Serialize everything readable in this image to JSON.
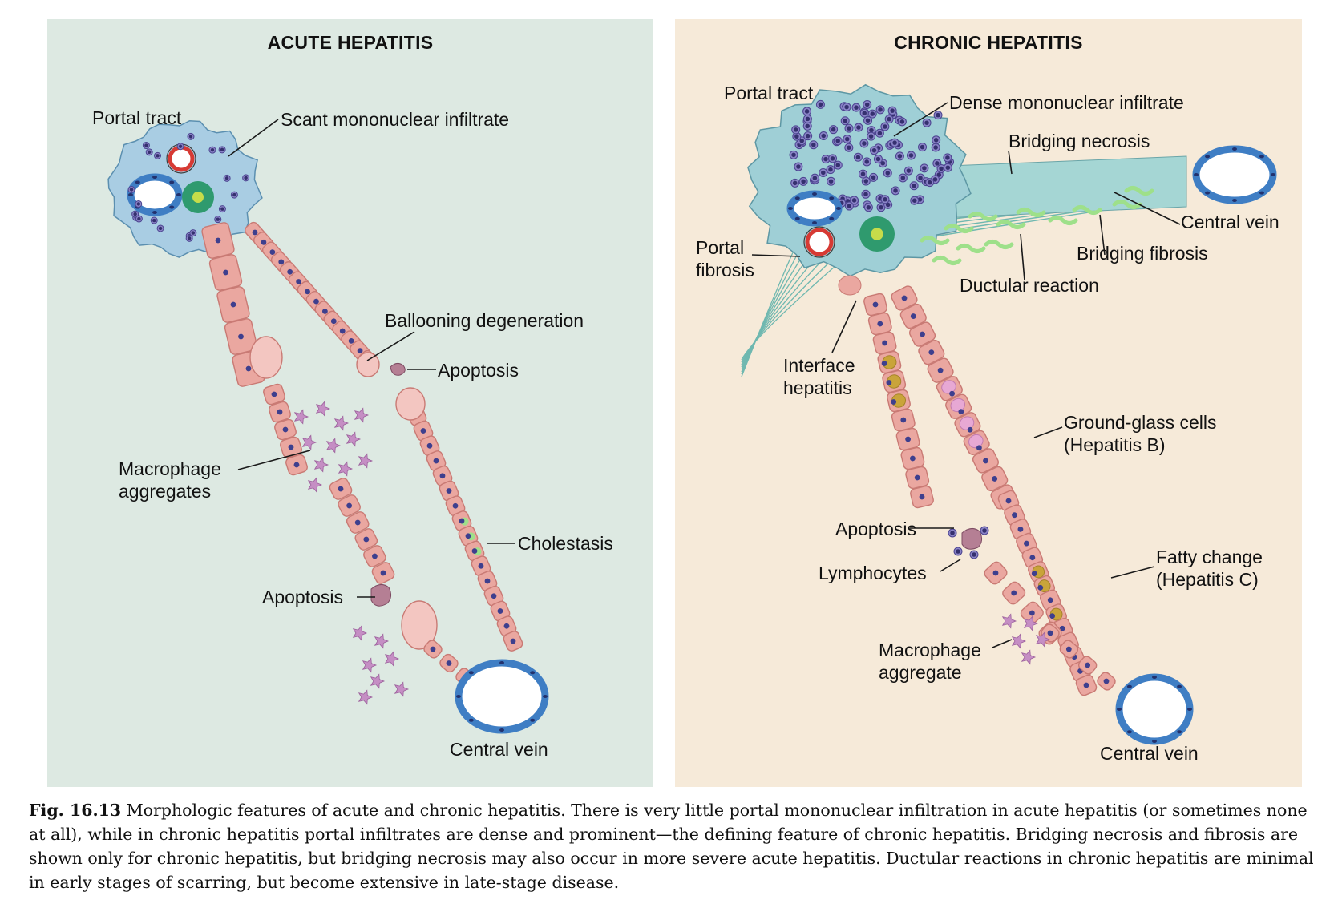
{
  "acute": {
    "title": "ACUTE HEPATITIS",
    "labels": {
      "portal_tract": "Portal tract",
      "scant_infiltrate": "Scant mononuclear infiltrate",
      "ballooning": "Ballooning degeneration",
      "apoptosis_upper": "Apoptosis",
      "macrophage_l1": "Macrophage",
      "macrophage_l2": "aggregates",
      "cholestasis": "Cholestasis",
      "apoptosis_lower": "Apoptosis",
      "central_vein": "Central vein"
    }
  },
  "chronic": {
    "title": "CHRONIC HEPATITIS",
    "labels": {
      "portal_tract": "Portal tract",
      "dense_infiltrate": "Dense mononuclear infiltrate",
      "bridging_necrosis": "Bridging necrosis",
      "central_vein_right": "Central vein",
      "portal_fibrosis_l1": "Portal",
      "portal_fibrosis_l2": "fibrosis",
      "bridging_fibrosis": "Bridging fibrosis",
      "ductular_reaction": "Ductular reaction",
      "interface_l1": "Interface",
      "interface_l2": "hepatitis",
      "ground_glass_l1": "Ground-glass cells",
      "ground_glass_l2": "(Hepatitis B)",
      "apoptosis": "Apoptosis",
      "lymphocytes": "Lymphocytes",
      "fatty_l1": "Fatty change",
      "fatty_l2": "(Hepatitis C)",
      "macrophage_l1": "Macrophage",
      "macrophage_l2": "aggregate",
      "central_vein_bottom": "Central vein"
    }
  },
  "caption": {
    "fig_label": "Fig. 16.13",
    "text": "Morphologic features of acute and chronic hepatitis. There is very little portal mononuclear infiltration in acute hepatitis (or sometimes none at all), while in chronic hepatitis portal infiltrates are dense and prominent—the defining feature of chronic hepatitis. Bridging necrosis and fibrosis are shown only for chronic hepatitis, but bridging necrosis may also occur in more severe acute hepatitis. Ductular reactions in chronic hepatitis are minimal in early stages of scarring, but become extensive in late-stage disease."
  },
  "colors": {
    "acute_bg": "#dde9e2",
    "chronic_bg": "#f6ead9",
    "hepatocyte": "#eaa7a0",
    "nucleus": "#3e3f8e",
    "vein_wall": "#3f7ec4",
    "portal_stroma": "#a9cde3",
    "fibrosis": "#6fb8b0",
    "bile_duct": "#2f9a6e",
    "macrophage": "#c58ec4",
    "bile_plug": "#9ee08a",
    "fat": "#c9a43a",
    "ground_glass": "#e7a8d4"
  }
}
